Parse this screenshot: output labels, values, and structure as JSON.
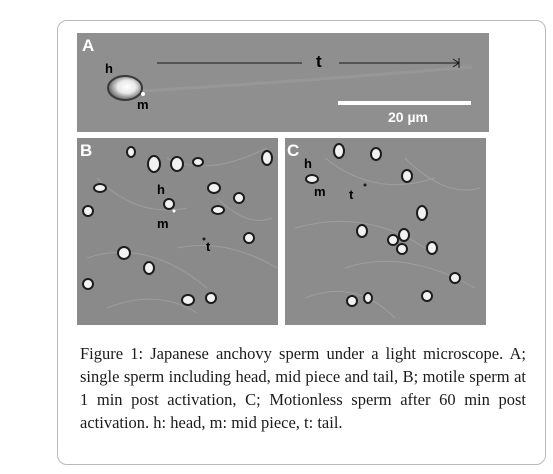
{
  "panels": {
    "a": {
      "label": "A",
      "head": "h",
      "mid": "m",
      "tail": "t",
      "scale": "20 µm"
    },
    "b": {
      "label": "B",
      "head": "h",
      "mid": "m",
      "tail": "t"
    },
    "c": {
      "label": "C",
      "head": "h",
      "mid": "m",
      "tail": "t"
    }
  },
  "caption": {
    "label": "Figure 1:",
    "text": " Japanese anchovy sperm under a light microscope. A; single sperm including head, mid piece and tail, B; motile sperm at 1 min post activation, C; Motionless sperm after 60 min post activation. h: head, m: mid piece, t: tail."
  }
}
